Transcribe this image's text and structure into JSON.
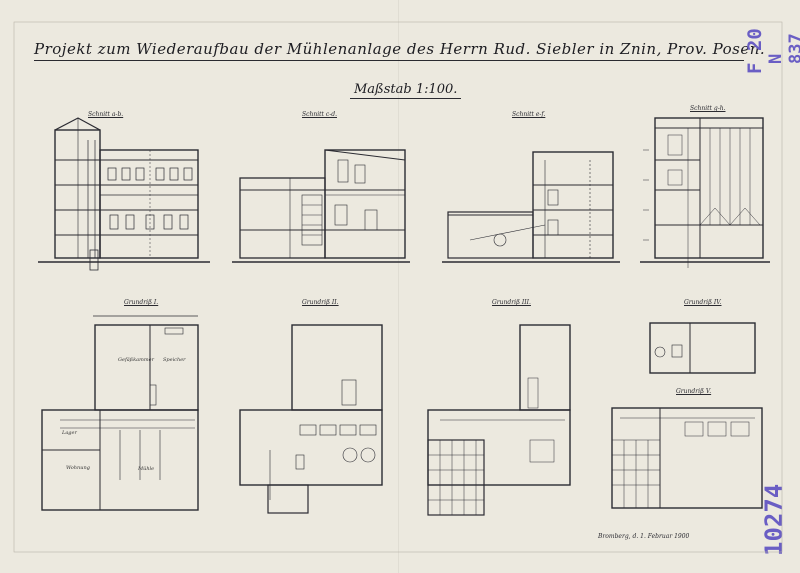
{
  "title": "Projekt zum Wiederaufbau der Mühlenanlage des Herrn Rud. Siebler in Znin, Prov. Posen.",
  "scale": "Maßstab 1:100.",
  "stamps": {
    "f_code": "F 20",
    "n_code": "N 837",
    "number": "10274"
  },
  "sections": [
    {
      "label": "Schnitt a-b."
    },
    {
      "label": "Schnitt c-d."
    },
    {
      "label": "Schnitt e-f."
    },
    {
      "label": "Schnitt g-h."
    }
  ],
  "plans": [
    {
      "label": "Grundriß I."
    },
    {
      "label": "Grundriß II."
    },
    {
      "label": "Grundriß III."
    },
    {
      "label": "Grundriß IV."
    },
    {
      "label": "Grundriß V."
    }
  ],
  "rooms": {
    "r1": "Gefäßkammer",
    "r2": "Speicher",
    "r3": "Lager",
    "r4": "Mühle",
    "r5": "Wohnung"
  },
  "signature": "Bromberg, d. 1. Februar 1900"
}
